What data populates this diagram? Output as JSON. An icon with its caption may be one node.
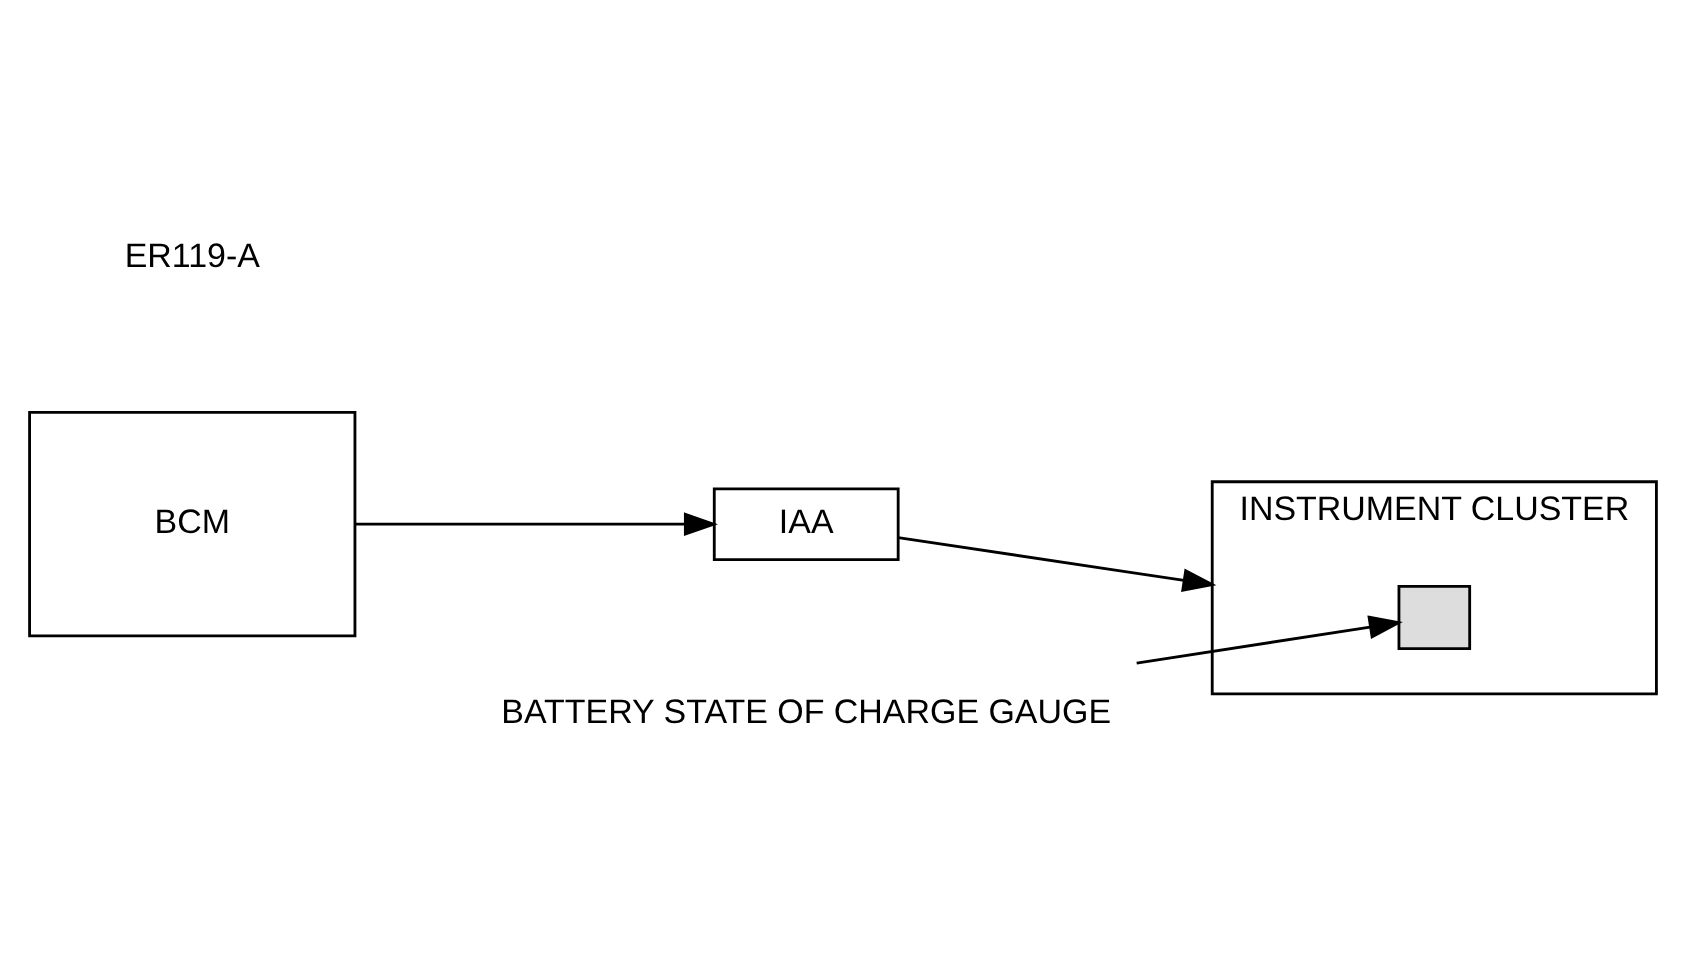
{
  "diagram": {
    "nodes": [
      {
        "text": [
          "BCM"
        ]
      },
      {
        "text": [
          "IAA"
        ]
      },
      {
        "text": [
          "INSTRUMENT CLUSTER"
        ]
      },
      {
        "text": [],
        "shape": "box",
        "in": 2
      },
      {
        "text": [
          "BATTERY STATE OF CHARGE GAUGE"
        ]
      }
    ],
    "edges": [
      {
        "from": 0,
        "to": 1,
        "arrow": "to"
      },
      {
        "from": 1,
        "to": 2,
        "arrow": "to"
      },
      {
        "from": 4,
        "to": 3,
        "arrow": "to"
      }
    ],
    "labels": [
      "ER119-A"
    ]
  }
}
